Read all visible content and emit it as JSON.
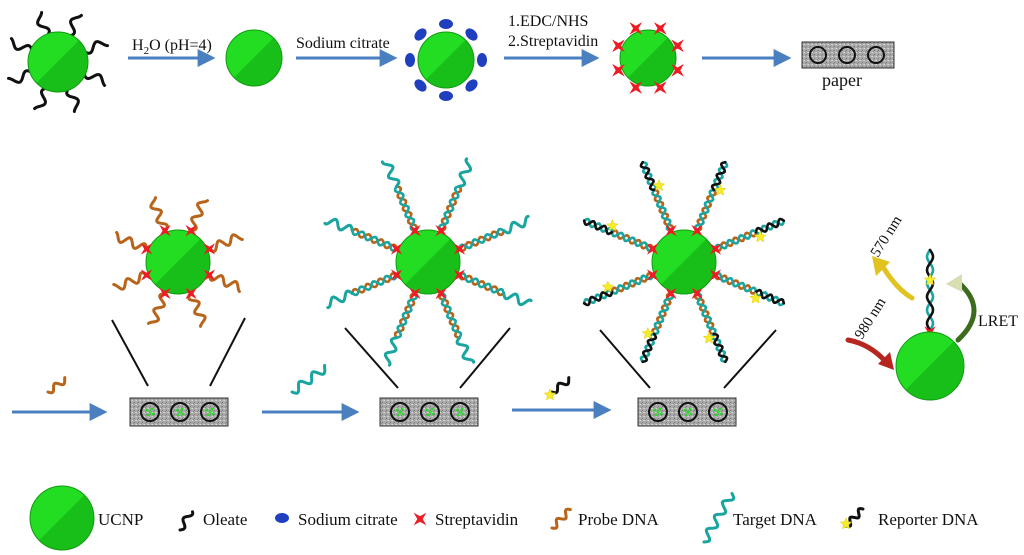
{
  "steps": {
    "step1_label_prefix": "H",
    "step1_label_sub": "2",
    "step1_label_suffix": "O (pH=4)",
    "step2_label": "Sodium citrate",
    "step3_line1": "1.EDC/NHS",
    "step3_line2": "2.Streptavidin",
    "paper_label": "paper"
  },
  "lret": {
    "emission": "570 nm",
    "excitation": "980 nm",
    "transfer": "LRET"
  },
  "legend": [
    {
      "label": "UCNP",
      "icon": "ucnp-icon"
    },
    {
      "label": "Oleate",
      "icon": "oleate-icon"
    },
    {
      "label": "Sodium citrate",
      "icon": "sodium-citrate-icon"
    },
    {
      "label": "Streptavidin",
      "icon": "streptavidin-icon"
    },
    {
      "label": "Probe DNA",
      "icon": "probe-dna-icon"
    },
    {
      "label": "Target DNA",
      "icon": "target-dna-icon"
    },
    {
      "label": "Reporter DNA",
      "icon": "reporter-dna-icon"
    }
  ],
  "colors": {
    "ucnp": "#22dd22",
    "ucnp_dark": "#11a611",
    "arrow": "#4a7fc0",
    "streptavidin": "#ee1c24",
    "sodium_citrate": "#1f3fbf",
    "probe": "#b8651c",
    "target": "#1aa5a0",
    "reporter": "#111111",
    "label_star": "#f5ec2a",
    "emission": "#e2c21e",
    "excitation": "#b5261e",
    "lret": "#3d6b1e"
  }
}
